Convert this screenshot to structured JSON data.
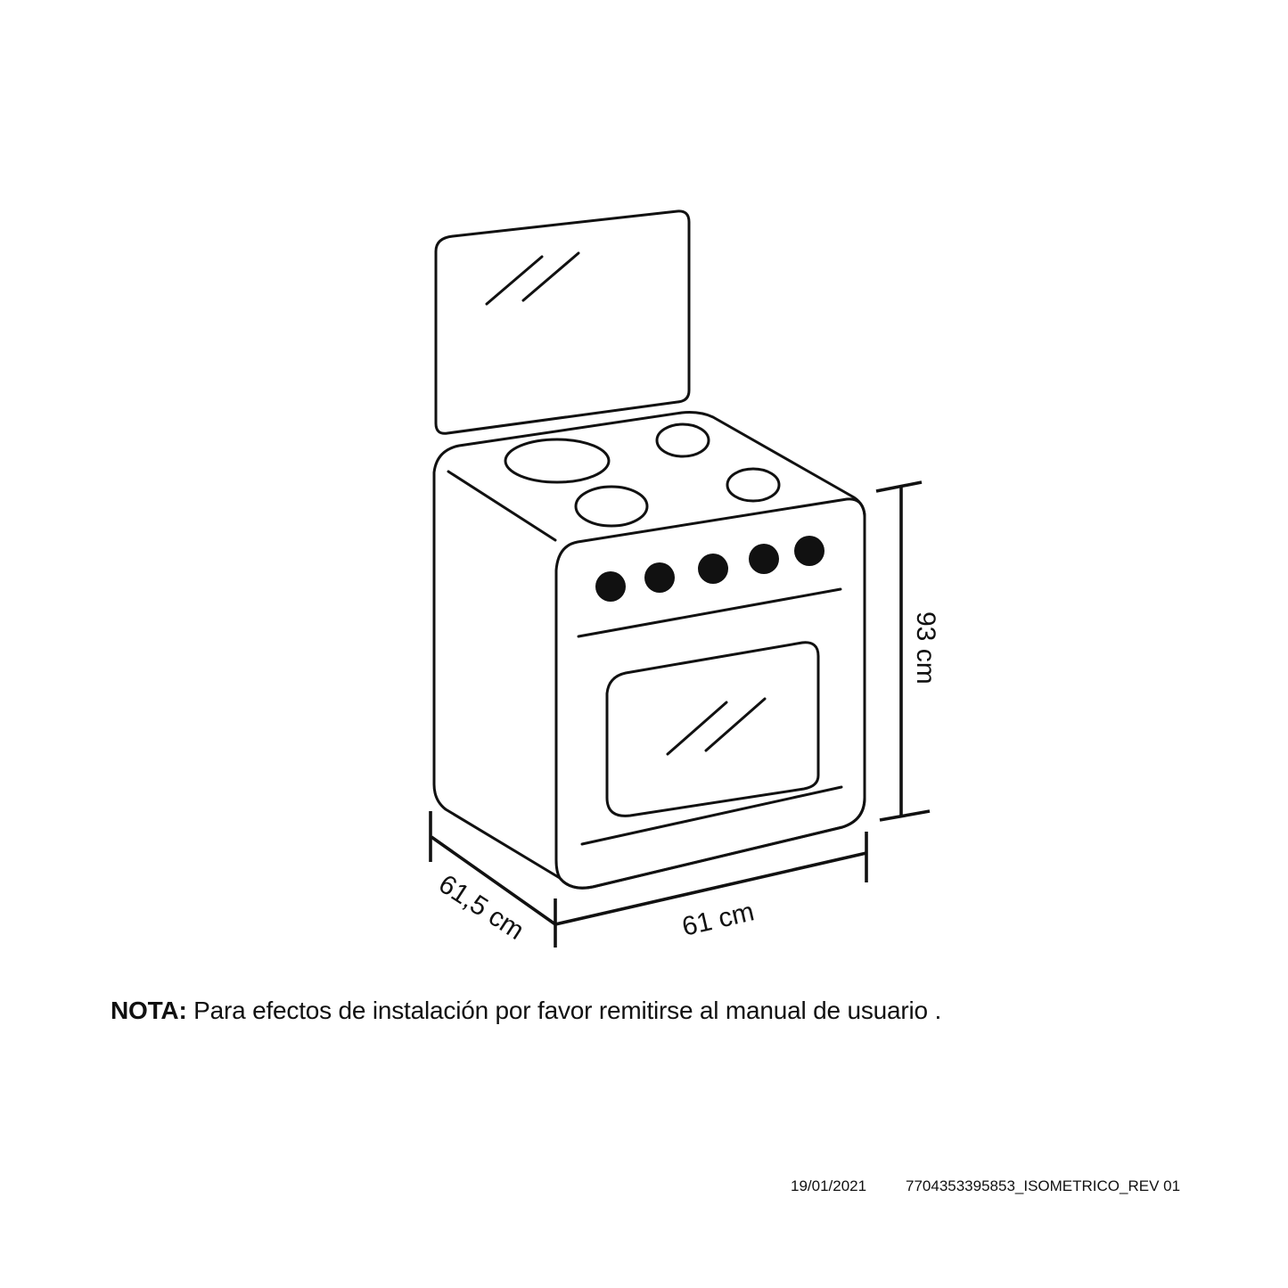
{
  "diagram": {
    "subject": "isometric drawing of a stove with oven",
    "parts": {
      "backsplash": {
        "label": "glass-lid"
      },
      "cooktop": {
        "burners": 4
      },
      "control_panel": {
        "knobs": 5
      },
      "oven_door": {
        "label": "oven-window"
      }
    },
    "dimensions": {
      "height": "93 cm",
      "width": "61 cm",
      "depth": "61,5 cm"
    }
  },
  "note": {
    "label": "NOTA:",
    "text": " Para efectos de instalación por favor remitirse al manual de usuario ."
  },
  "footer": {
    "date": "19/01/2021",
    "code": "7704353395853_ISOMETRICO_REV 01"
  },
  "colors": {
    "line": "#111111",
    "background": "#ffffff"
  }
}
